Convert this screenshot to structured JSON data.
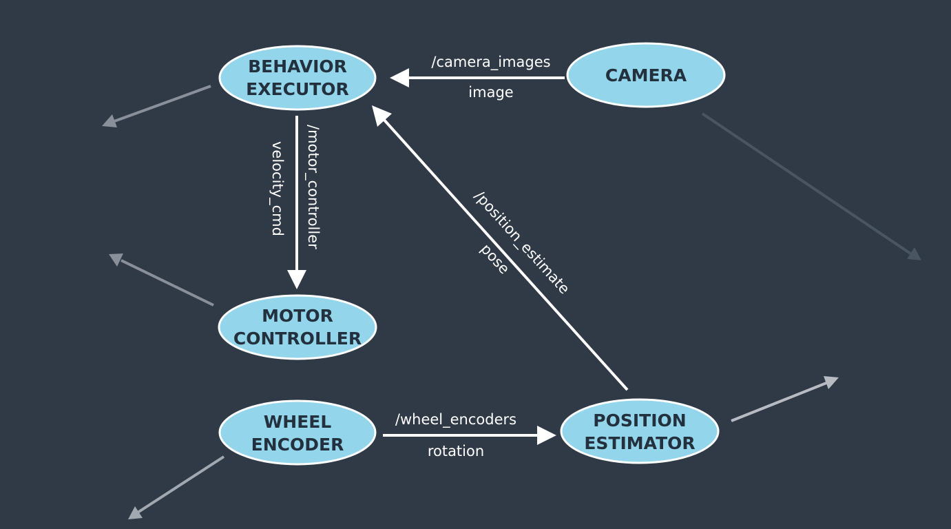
{
  "nodes": {
    "behavior_executor": {
      "line1": "BEHAVIOR",
      "line2": "EXECUTOR"
    },
    "camera": {
      "line1": "CAMERA"
    },
    "motor_controller": {
      "line1": "MOTOR",
      "line2": "CONTROLLER"
    },
    "wheel_encoder": {
      "line1": "WHEEL",
      "line2": "ENCODER"
    },
    "position_estimator": {
      "line1": "POSITION",
      "line2": "ESTIMATOR"
    }
  },
  "edges": {
    "camera_to_behavior": {
      "topic": "/camera_images",
      "message": "image"
    },
    "behavior_to_motor": {
      "topic": "/motor_controller",
      "message": "velocity_cmd"
    },
    "position_to_behavior": {
      "topic": "/position_estimate",
      "message": "pose"
    },
    "wheel_to_position": {
      "topic": "/wheel_encoders",
      "message": "rotation"
    }
  },
  "colors": {
    "background": "#303a47",
    "node_fill": "#93d5ea",
    "node_text": "#23313e",
    "edge": "#ffffff",
    "faded_arrow": "#8a9099"
  }
}
